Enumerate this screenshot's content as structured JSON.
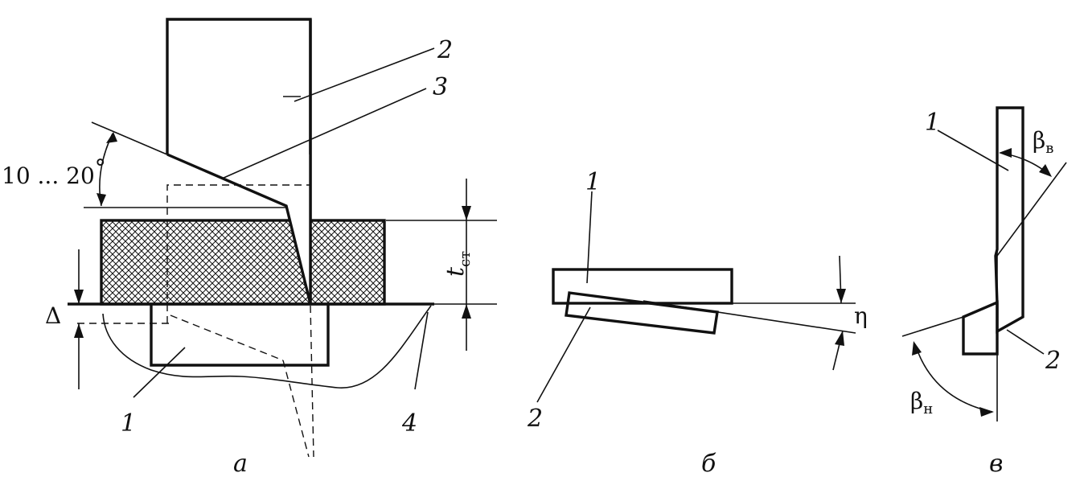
{
  "panel_a": {
    "label": "а",
    "angle_text": "10 ... 20",
    "angle_unit": "°",
    "dimension_t_main": "t",
    "dimension_t_sub": "ст",
    "delta": "Δ",
    "part_numbers": [
      "1",
      "2",
      "3",
      "4"
    ]
  },
  "panel_b": {
    "label": "б",
    "eta": "η",
    "part_numbers": [
      "1",
      "2"
    ]
  },
  "panel_v": {
    "label": "в",
    "beta_v_main": "β",
    "beta_v_sub": "в",
    "beta_n_main": "β",
    "beta_n_sub": "н",
    "part_numbers": [
      "1",
      "2"
    ]
  },
  "colors": {
    "ink": "#111111",
    "hatch": "#111111",
    "background": "#ffffff"
  }
}
